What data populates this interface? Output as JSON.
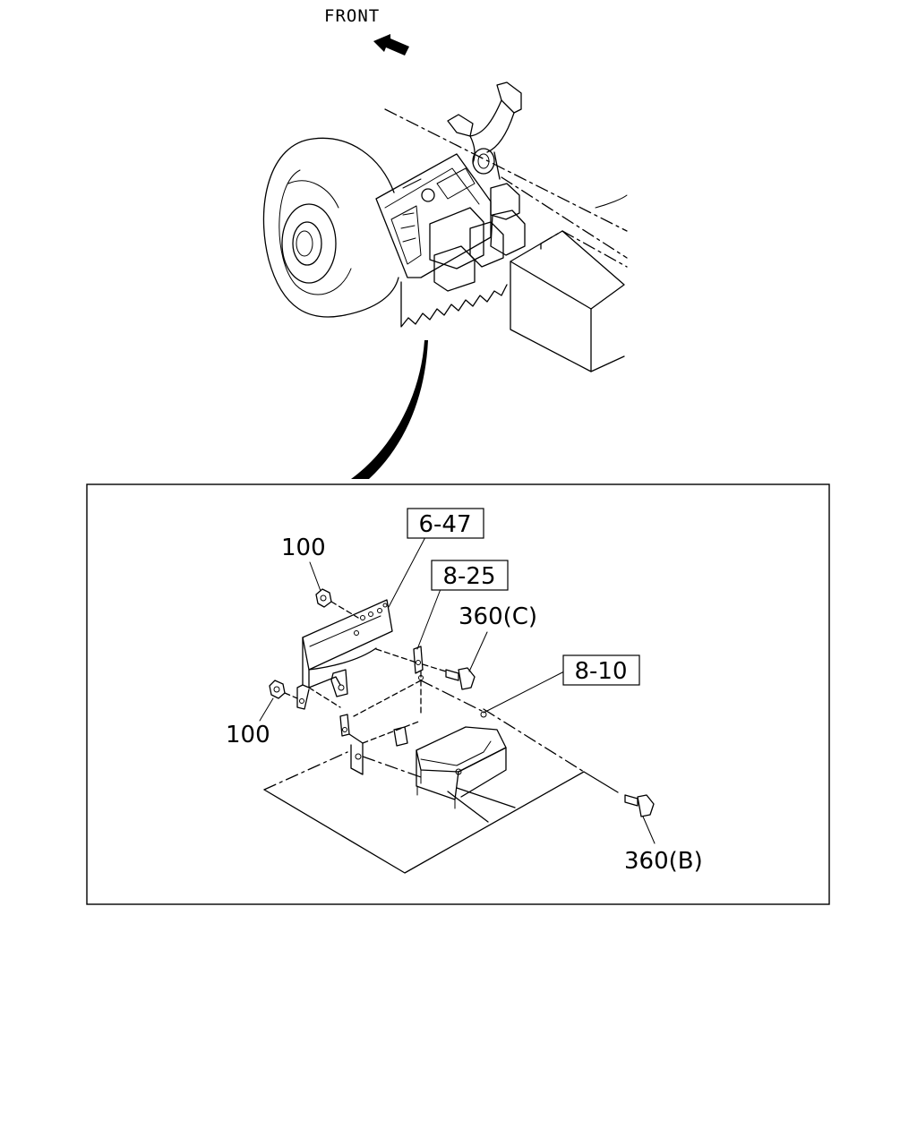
{
  "diagram": {
    "front_label": "FRONT",
    "callouts": {
      "bracket_ref": "6-47",
      "harness_ref": "8-25",
      "relay_box_ref": "8-10",
      "bolt_c": "360(C)",
      "bolt_b": "360(B)",
      "nut_upper": "100",
      "nut_lower": "100"
    }
  }
}
